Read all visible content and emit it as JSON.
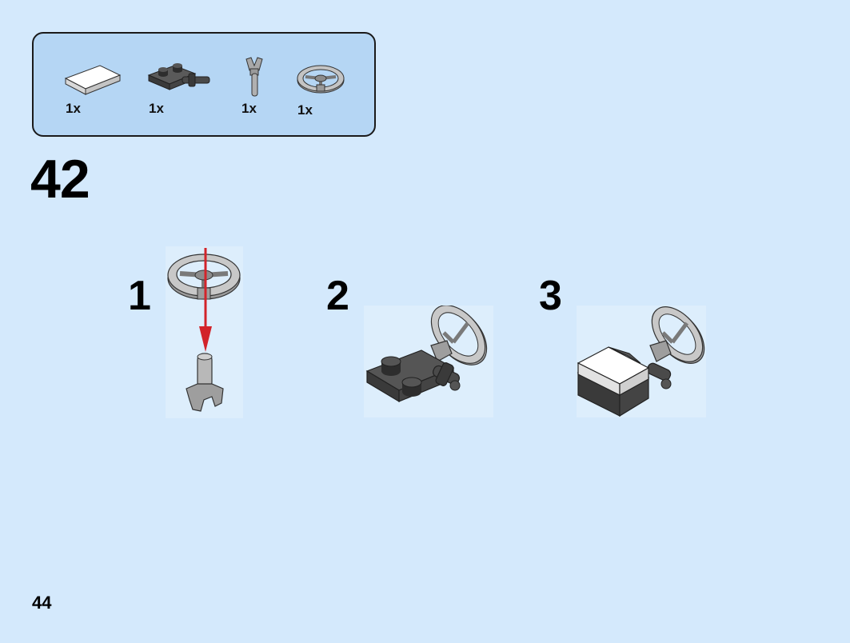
{
  "parts_list": {
    "items": [
      {
        "name": "white-tile-icon",
        "quantity": "1x"
      },
      {
        "name": "dark-plate-with-bar-icon",
        "quantity": "1x"
      },
      {
        "name": "grey-clip-bar-icon",
        "quantity": "1x"
      },
      {
        "name": "steering-wheel-icon",
        "quantity": "1x"
      }
    ]
  },
  "step": {
    "number": "42"
  },
  "substeps": [
    {
      "label": "1"
    },
    {
      "label": "2"
    },
    {
      "label": "3"
    }
  ],
  "page": {
    "number": "44"
  },
  "colors": {
    "background": "#d4e9fc",
    "parts_box": "#b5d6f4",
    "arrow": "#d2232a",
    "dark_grey": "#505050",
    "light_grey": "#a8a8a8",
    "white": "#ffffff"
  }
}
